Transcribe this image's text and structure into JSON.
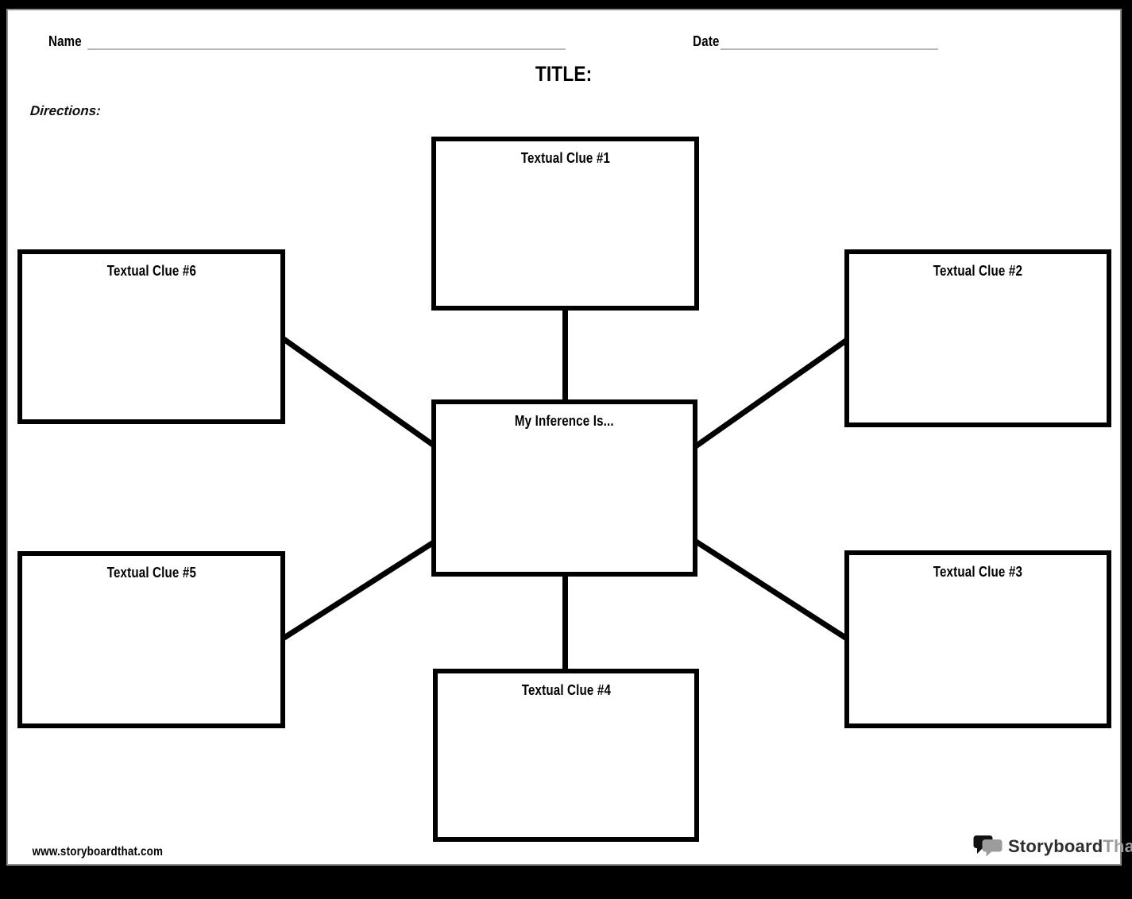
{
  "header": {
    "name_label": "Name",
    "date_label": "Date",
    "title": "TITLE:",
    "directions_label": "Directions:"
  },
  "diagram": {
    "center_label": "My Inference Is...",
    "clues": [
      {
        "label": "Textual Clue #1"
      },
      {
        "label": "Textual Clue #2"
      },
      {
        "label": "Textual Clue #3"
      },
      {
        "label": "Textual Clue #4"
      },
      {
        "label": "Textual Clue #5"
      },
      {
        "label": "Textual Clue #6"
      }
    ]
  },
  "footer": {
    "website": "www.storyboardthat.com",
    "logo": {
      "icon": "speech-bubbles-icon",
      "text_primary": "Storyboard",
      "text_secondary": "That"
    }
  },
  "colors": {
    "ink": "#000000",
    "page": "#ffffff",
    "frame": "#000000",
    "page_edge": "#8c8c8c",
    "underline": "#b5b5b5",
    "logo_dark": "#2d2d2d",
    "logo_gray": "#9c9c9c"
  }
}
